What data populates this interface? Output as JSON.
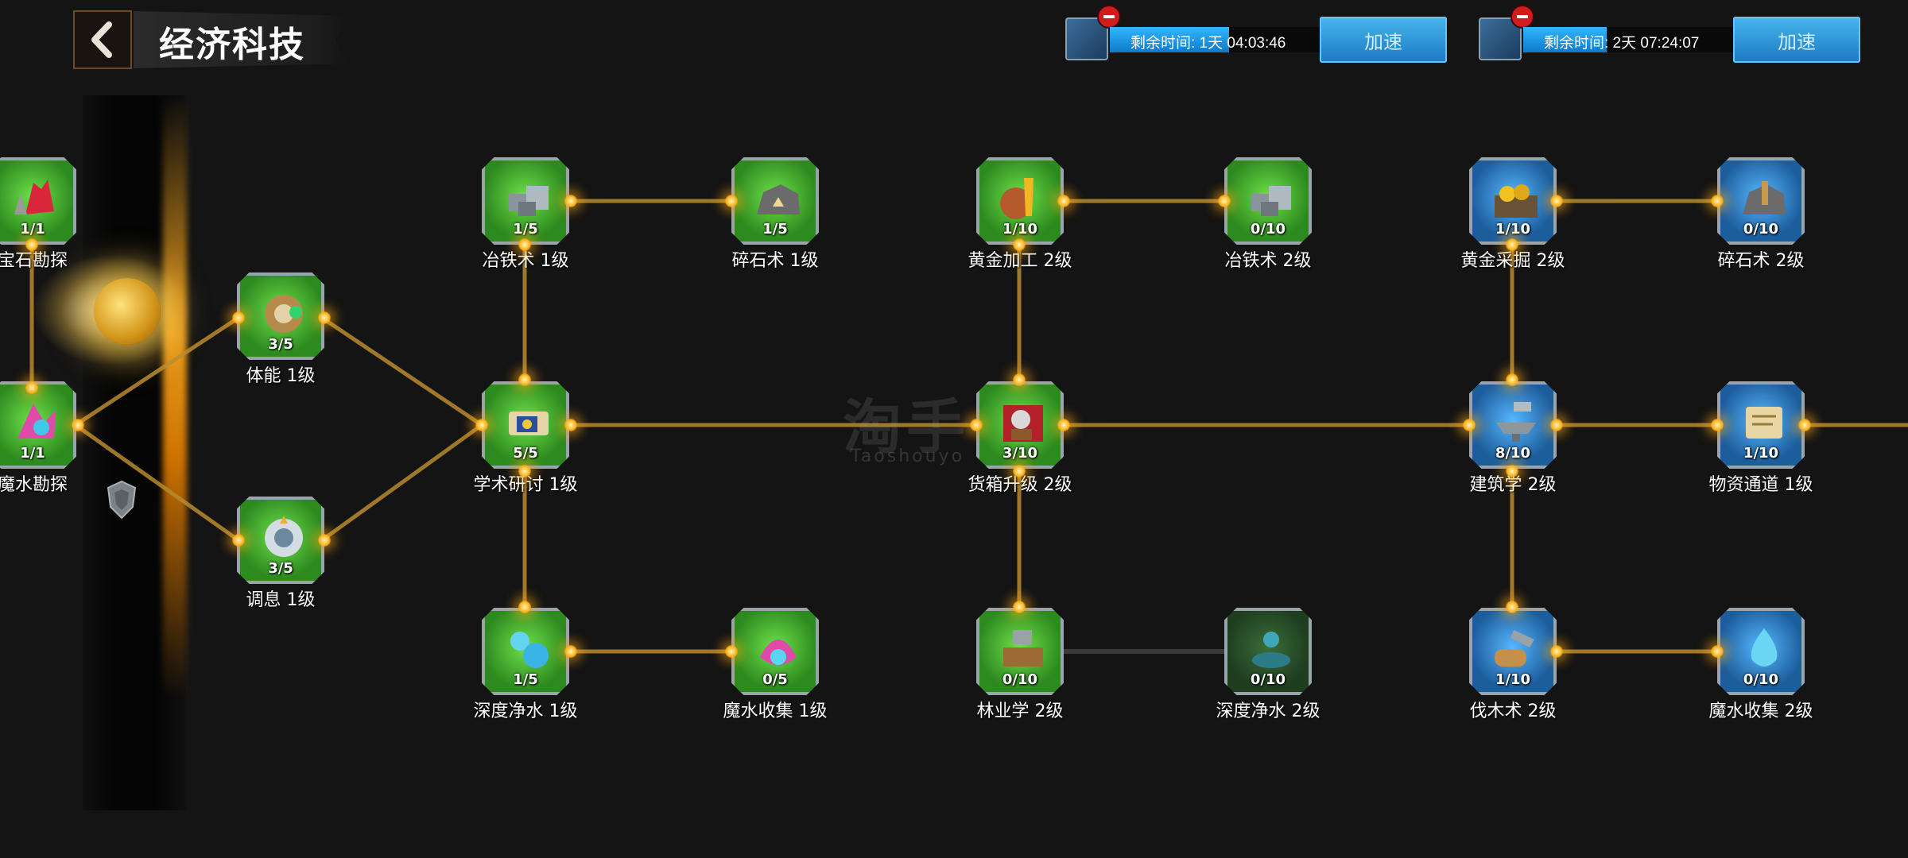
{
  "header": {
    "title": "经济科技",
    "back_icon": "chevron-left-icon"
  },
  "queues": [
    {
      "icon": "gold-coins-icon",
      "time_text": "剩余时间: 1天 04:03:46",
      "progress": 0.5,
      "speed_label": "加速"
    },
    {
      "icon": "hammer-scroll-icon",
      "time_text": "剩余时间: 2天 07:24:07",
      "progress": 0.35,
      "speed_label": "加速"
    }
  ],
  "watermark": {
    "main": "淘手",
    "sub": "Taoshouyo"
  },
  "nodes": [
    {
      "id": "gem",
      "name": "宝石勘探",
      "level": "1/1",
      "style": "green",
      "icon": "red-crystal-icon"
    },
    {
      "id": "magic-water-survey",
      "name": "魔水勘探",
      "level": "1/1",
      "style": "green",
      "icon": "magic-crystal-icon"
    },
    {
      "id": "stamina",
      "name": "体能 1级",
      "level": "3/5",
      "style": "green",
      "icon": "stamina-gear-icon"
    },
    {
      "id": "regulate",
      "name": "调息 1级",
      "level": "3/5",
      "style": "green",
      "icon": "silver-gear-icon"
    },
    {
      "id": "iron1",
      "name": "冶铁术 1级",
      "level": "1/5",
      "style": "green",
      "icon": "iron-ingot-icon"
    },
    {
      "id": "rock1",
      "name": "碎石术 1级",
      "level": "1/5",
      "style": "green",
      "icon": "rock-crusher-icon"
    },
    {
      "id": "study",
      "name": "学术研讨 1级",
      "level": "5/5",
      "style": "green",
      "icon": "study-scroll-icon"
    },
    {
      "id": "deepwater1",
      "name": "深度净水 1级",
      "level": "1/5",
      "style": "green",
      "icon": "water-drop-icon"
    },
    {
      "id": "magiccollect1",
      "name": "魔水收集 1级",
      "level": "0/5",
      "style": "green",
      "icon": "magic-flower-icon"
    },
    {
      "id": "goldproc2",
      "name": "黄金加工 2级",
      "level": "1/10",
      "style": "green",
      "icon": "gold-molten-icon"
    },
    {
      "id": "iron2",
      "name": "冶铁术 2级",
      "level": "0/10",
      "style": "green",
      "icon": "iron-ingot-icon"
    },
    {
      "id": "crate2",
      "name": "货箱升级 2级",
      "level": "3/10",
      "style": "green",
      "icon": "warrior-crate-icon"
    },
    {
      "id": "forestry2",
      "name": "林业学 2级",
      "level": "0/10",
      "style": "green",
      "icon": "wood-axe-icon"
    },
    {
      "id": "deepwater2",
      "name": "深度净水 2级",
      "level": "0/10",
      "style": "grey",
      "icon": "water-fountain-icon"
    },
    {
      "id": "goldmine2",
      "name": "黄金采掘 2级",
      "level": "1/10",
      "style": "blue",
      "icon": "gold-mine-icon"
    },
    {
      "id": "rock2",
      "name": "碎石术 2级",
      "level": "0/10",
      "style": "blue",
      "icon": "rock-crusher-icon"
    },
    {
      "id": "build2",
      "name": "建筑学 2级",
      "level": "8/10",
      "style": "blue",
      "icon": "anvil-hammer-icon"
    },
    {
      "id": "supply1",
      "name": "物资通道 1级",
      "level": "1/10",
      "style": "blue",
      "icon": "supply-scroll-icon"
    },
    {
      "id": "lumber2",
      "name": "伐木术 2级",
      "level": "1/10",
      "style": "blue",
      "icon": "log-axe-icon"
    },
    {
      "id": "magiccollect2",
      "name": "魔水收集 2级",
      "level": "0/10",
      "style": "blue",
      "icon": "magic-drop-icon"
    }
  ],
  "colors": {
    "line_active": "#b8892e",
    "line_inactive": "#3a3a3a",
    "glow": "#ffb21a",
    "speed_button": "#2b94d8"
  }
}
